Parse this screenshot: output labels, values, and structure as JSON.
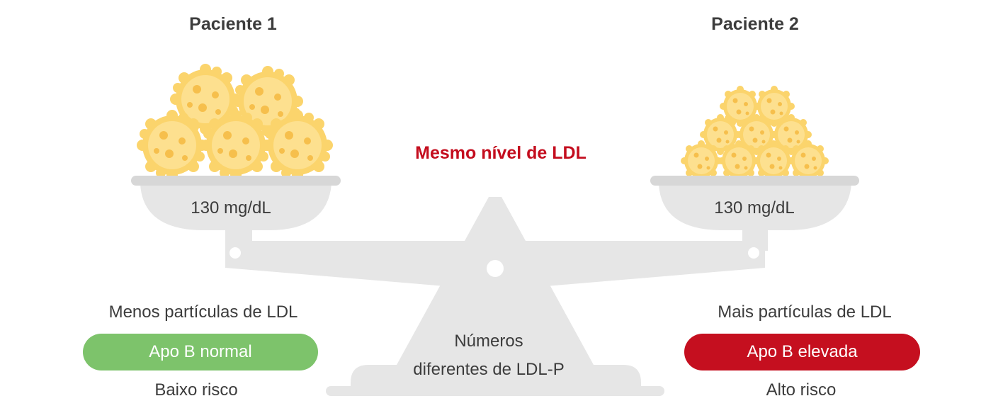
{
  "patient1": {
    "title": "Paciente 1",
    "ldl_value": "130 mg/dL",
    "particles_label": "Menos partículas de LDL",
    "apob_label": "Apo B normal",
    "risk_label": "Baixo risco",
    "apob_color": "#7dc36b"
  },
  "patient2": {
    "title": "Paciente 2",
    "ldl_value": "130 mg/dL",
    "particles_label": "Mais partículas de LDL",
    "apob_label": "Apo B elevada",
    "risk_label": "Alto risco",
    "apob_color": "#c50f1f"
  },
  "center_label": "Mesmo nível de LDL",
  "base_label_line1": "Números",
  "base_label_line2": "diferentes de LDL-P",
  "colors": {
    "scale": "#e6e6e6",
    "particle": "#fbd774",
    "particle_dots": "#f4b63e",
    "emphasis": "#c40d1e"
  }
}
